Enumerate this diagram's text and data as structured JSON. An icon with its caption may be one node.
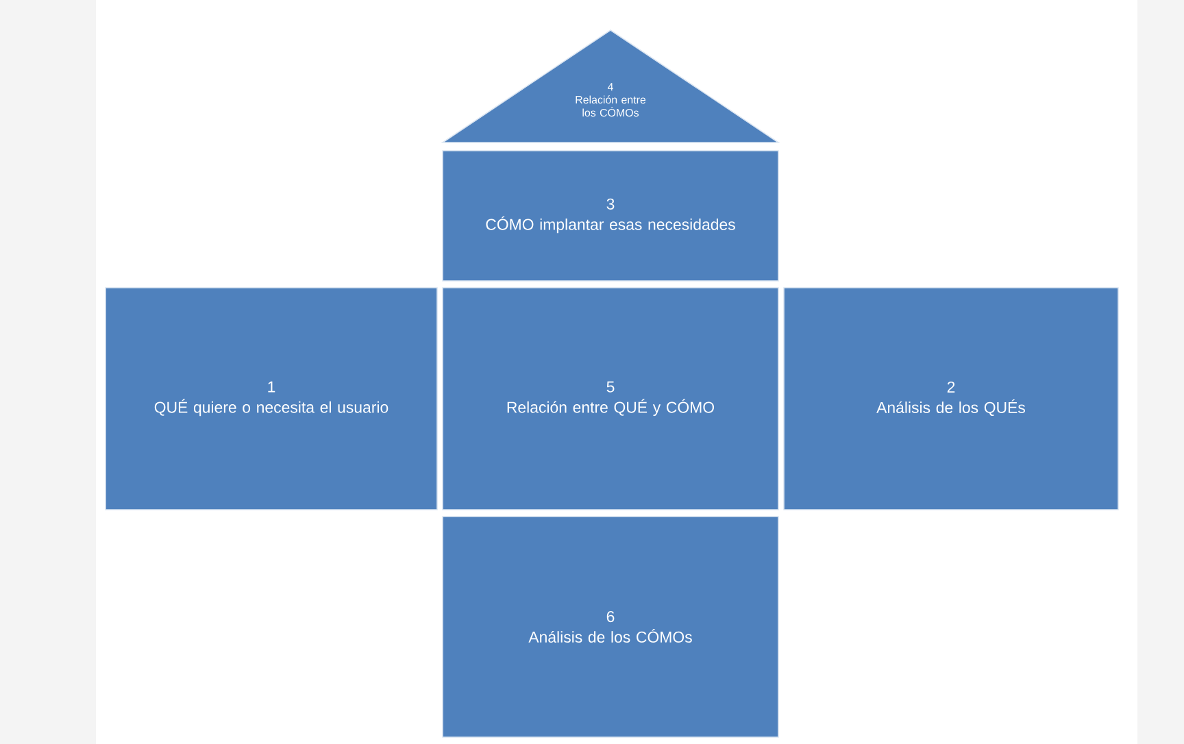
{
  "diagram": {
    "nodes": [
      {
        "text": [
          "4",
          "Relación entre los CÓMOs"
        ]
      },
      {
        "text": [
          "3",
          "CÓMO implantar esas necesidades"
        ]
      },
      {
        "text": [
          "1",
          "QUÉ quiere o necesita el usuario"
        ]
      },
      {
        "text": [
          "5",
          "Relación entre QUÉ y CÓMO"
        ]
      },
      {
        "text": [
          "2",
          "Análisis  de los QUÉs"
        ]
      },
      {
        "text": [
          "6",
          "Análisis de los CÓMOs"
        ]
      }
    ]
  }
}
